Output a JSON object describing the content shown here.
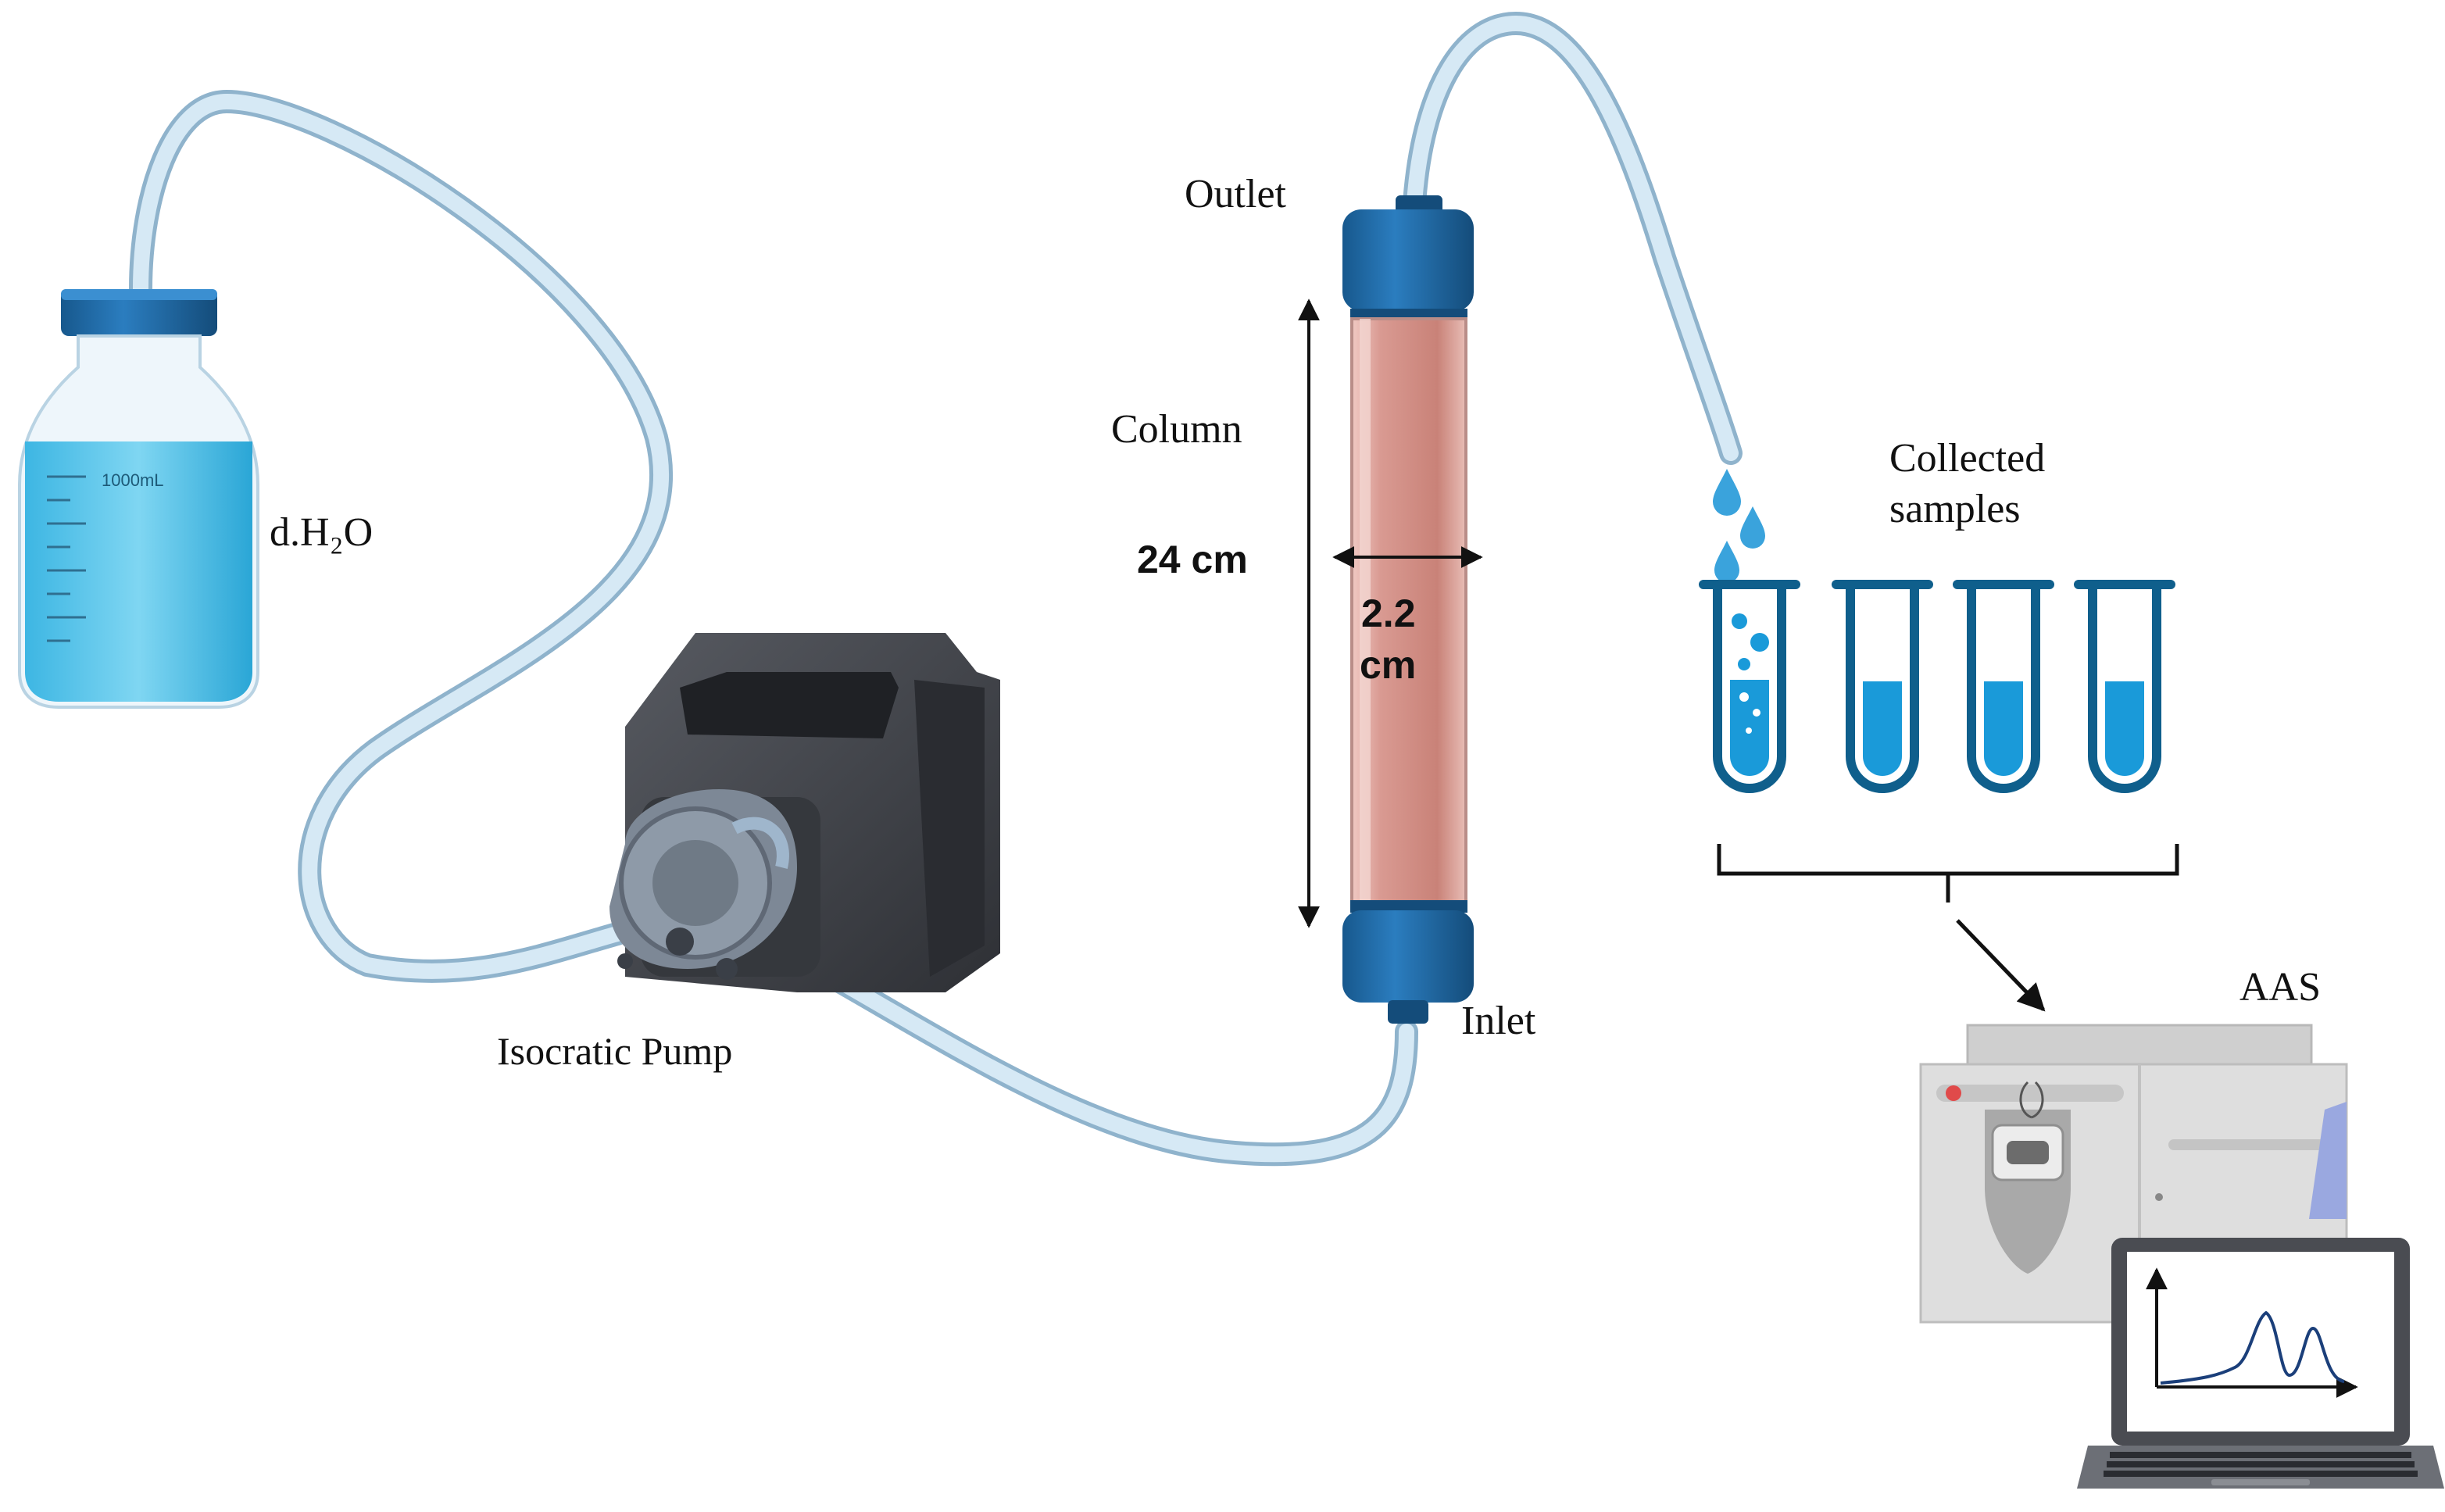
{
  "labels": {
    "water": "d.H₂O",
    "pump": "Isocratic Pump",
    "outlet": "Outlet",
    "inlet": "Inlet",
    "column": "Column",
    "length": "24 cm",
    "diameter_value": "2.2",
    "diameter_unit": "cm",
    "samples_line1": "Collected",
    "samples_line2": "samples",
    "instrument": "AAS",
    "bottle_volume": "1000mL"
  },
  "colors": {
    "tube": "#cfe4f1",
    "tube_edge": "#8fb3cc",
    "cap_blue": "#1f6aa5",
    "water": "#4fc3e8",
    "column_fill": "#d79a93",
    "pump_body": "#3f4248",
    "instrument": "#dcdcdc",
    "sample_liquid": "#1a9ad9"
  },
  "icons": [
    "water-bottle-icon",
    "peristaltic-pump-icon",
    "chromatography-column-icon",
    "test-tube-icon",
    "droplet-icon",
    "aas-instrument-icon",
    "laptop-icon",
    "spectrum-graph-icon"
  ]
}
